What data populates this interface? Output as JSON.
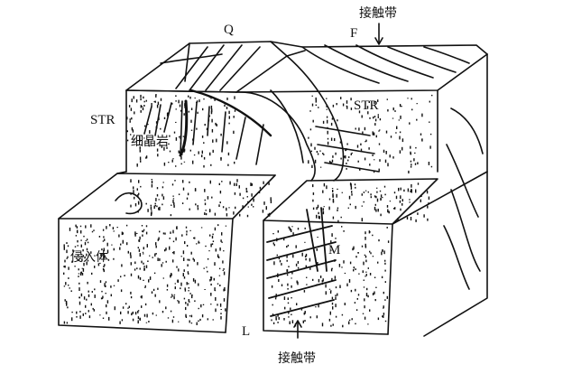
{
  "labels": {
    "q": "Q",
    "f": "F",
    "contact_zone_top": "接触带",
    "str_left": "STR",
    "str_right": "STR",
    "fine_granite": "细晶岩",
    "intrusion": "侵入体",
    "m": "M",
    "l": "L",
    "contact_zone_bottom": "接触带"
  },
  "colors": {
    "ink": "#111111",
    "paper": "#ffffff"
  }
}
